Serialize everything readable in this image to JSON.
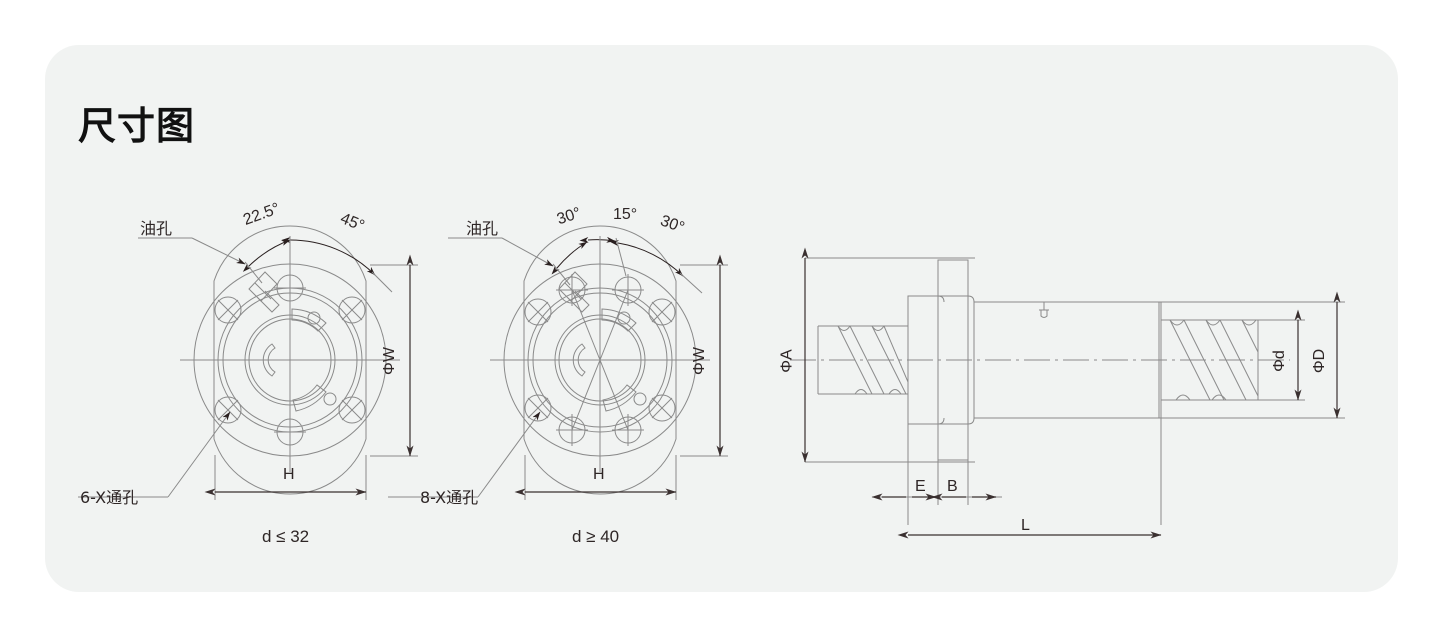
{
  "page": {
    "background_color": "#ffffff",
    "card_color": "#f1f3f2"
  },
  "header": {
    "title": "尺寸图"
  },
  "colors": {
    "line": "#8a8a8a",
    "dim_line": "#3a3030",
    "text": "#2e2626",
    "title": "#111111"
  },
  "views": [
    {
      "id": "flange-6-hole",
      "bolt_holes": 6,
      "caption": "d ≤ 32",
      "labels": {
        "oil_hole": "油孔",
        "angle_left": "22.5°",
        "angle_right": "45°",
        "through_hole": "6-X通孔",
        "width_dim": "H",
        "height_dim": "ΦW"
      }
    },
    {
      "id": "flange-8-hole",
      "bolt_holes": 8,
      "caption": "d ≥ 40",
      "labels": {
        "oil_hole": "油孔",
        "angle_left": "30°",
        "angle_center": "15°",
        "angle_right": "30°",
        "through_hole": "8-X通孔",
        "width_dim": "H",
        "height_dim": "ΦW"
      }
    },
    {
      "id": "assembly-side-view",
      "labels": {
        "flange_dia": "ΦA",
        "shaft_dia": "Φd",
        "nut_dia": "ΦD",
        "flange_thickness": "E",
        "nut_offset": "B",
        "overall_length": "L"
      }
    }
  ]
}
